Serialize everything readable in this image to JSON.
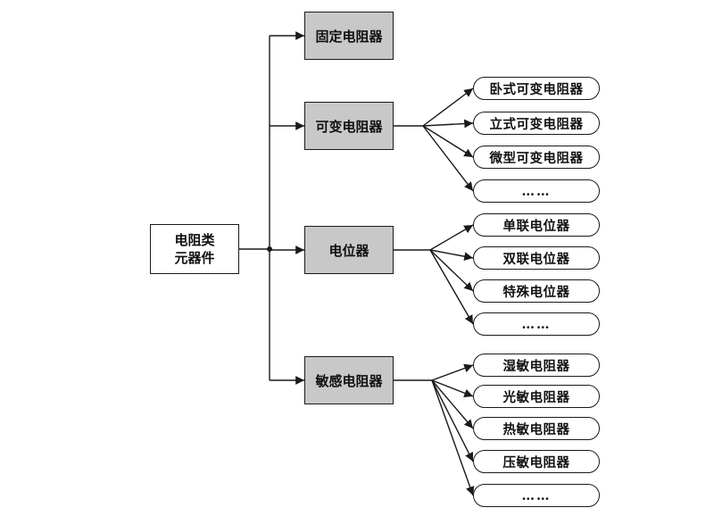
{
  "root": {
    "line1": "电阻类",
    "line2": "元器件"
  },
  "categories": [
    {
      "label": "固定电阻器",
      "children": []
    },
    {
      "label": "可变电阻器",
      "children": [
        "卧式可变电阻器",
        "立式可变电阻器",
        "微型可变电阻器",
        "……"
      ]
    },
    {
      "label": "电位器",
      "children": [
        "单联电位器",
        "双联电位器",
        "特殊电位器",
        "……"
      ]
    },
    {
      "label": "敏感电阻器",
      "children": [
        "湿敏电阻器",
        "光敏电阻器",
        "热敏电阻器",
        "压敏电阻器",
        "……"
      ]
    }
  ],
  "colors": {
    "category_fill": "#c8c8c8",
    "line": "#1a1a1a",
    "background": "#ffffff"
  }
}
